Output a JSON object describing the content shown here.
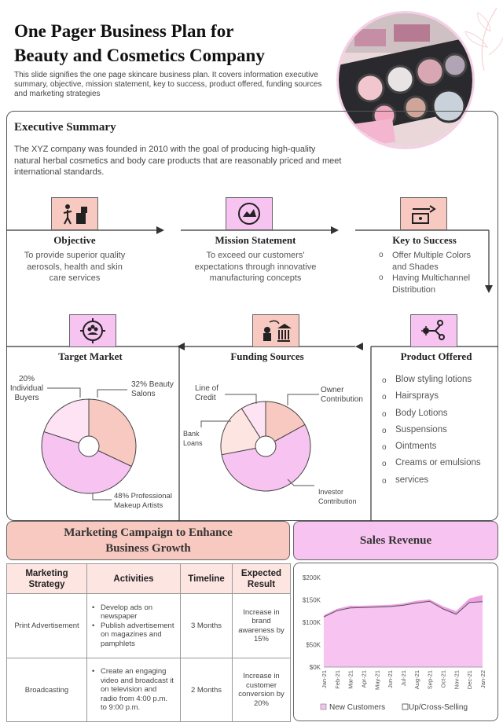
{
  "header": {
    "title_line1": "One Pager Business Plan for",
    "title_line2": "Beauty and Cosmetics Company",
    "subtitle": "This slide signifies the one page skincare business plan. It covers information executive summary, objective, mission statement, key to success, product offered, funding sources and marketing strategies"
  },
  "executive_summary": {
    "title": "Executive Summary",
    "text": "The XYZ company was founded in 2010 with the goal of producing high-quality natural herbal cosmetics and body care products that are reasonably priced and meet international standards."
  },
  "objective": {
    "title": "Objective",
    "text": "To provide superior quality aerosols, health and skin care services"
  },
  "mission": {
    "title": "Mission Statement",
    "text": "To exceed our customers' expectations through innovative manufacturing concepts"
  },
  "key_success": {
    "title": "Key to Success",
    "items": [
      "Offer Multiple Colors and Shades",
      "Having Multichannel Distribution"
    ]
  },
  "target_market": {
    "title": "Target Market",
    "labels": [
      "20% Individual Buyers",
      "32% Beauty Salons",
      "48% Professional Makeup Artists"
    ]
  },
  "funding": {
    "title": "Funding  Sources",
    "labels": [
      "Line of Credit",
      "Owner Contribution",
      "Bank Loans",
      "Investor Contribution"
    ]
  },
  "product": {
    "title": "Product  Offered",
    "items": [
      "Blow styling lotions",
      "Hairsprays",
      "Body Lotions",
      "Suspensions",
      "Ointments",
      "Creams or emulsions",
      "services"
    ]
  },
  "marketing": {
    "title": "Marketing Campaign to Enhance Business Growth",
    "headers": [
      "Marketing Strategy",
      "Activities",
      "Timeline",
      "Expected Result"
    ],
    "rows": [
      {
        "strategy": "Print Advertisement",
        "activities": [
          "Develop ads on newspaper",
          "Publish advertisement on magazines and pamphlets"
        ],
        "timeline": "3 Months",
        "result": "Increase in brand awareness by 15%"
      },
      {
        "strategy": "Broadcasting",
        "activities": [
          "Create an engaging video and broadcast it on television and radio from 4:00 p.m. to 9:00 p.m."
        ],
        "timeline": "2 Months",
        "result": "Increase in customer conversion by 20%"
      }
    ]
  },
  "sales": {
    "title": "Sales Revenue"
  },
  "chart_data": [
    {
      "type": "pie",
      "title": "Target Market",
      "slices": [
        {
          "label": "Beauty Salons",
          "value": 32,
          "color": "#f8c9c0"
        },
        {
          "label": "Professional Makeup Artists",
          "value": 48,
          "color": "#f7c3f0"
        },
        {
          "label": "Individual Buyers",
          "value": 20,
          "color": "#fde3f3"
        }
      ]
    },
    {
      "type": "pie",
      "title": "Funding  Sources",
      "slices": [
        {
          "label": "Owner Contribution",
          "value": 17,
          "color": "#f8c9c0"
        },
        {
          "label": "Investor Contribution",
          "value": 55,
          "color": "#f7c3f0"
        },
        {
          "label": "Bank Loans",
          "value": 19,
          "color": "#fde5e2"
        },
        {
          "label": "Line of Credit",
          "value": 9,
          "color": "#fde3f3"
        }
      ]
    },
    {
      "type": "area",
      "title": "Sales Revenue",
      "categories": [
        "Jan-21",
        "Feb-21",
        "Mar-21",
        "Apr-21",
        "May-21",
        "Jun-21",
        "Jul-21",
        "Aug-21",
        "Sep-21",
        "Oct-21",
        "Nov-21",
        "Dec-21",
        "Jan-22"
      ],
      "yticks": [
        "$0K",
        "$50K",
        "$100K",
        "$150K",
        "$200K"
      ],
      "ylim": [
        0,
        200
      ],
      "series": [
        {
          "name": "New Customers",
          "values": [
            112,
            126,
            132,
            133,
            134,
            135,
            138,
            143,
            147,
            130,
            118,
            144,
            146
          ],
          "color": "#f7c3f0"
        },
        {
          "name": "Up/Cross-Selling",
          "values": [
            116,
            130,
            137,
            137,
            138,
            139,
            142,
            148,
            151,
            136,
            125,
            153,
            161
          ],
          "color": "#ee9fe4"
        }
      ]
    }
  ]
}
